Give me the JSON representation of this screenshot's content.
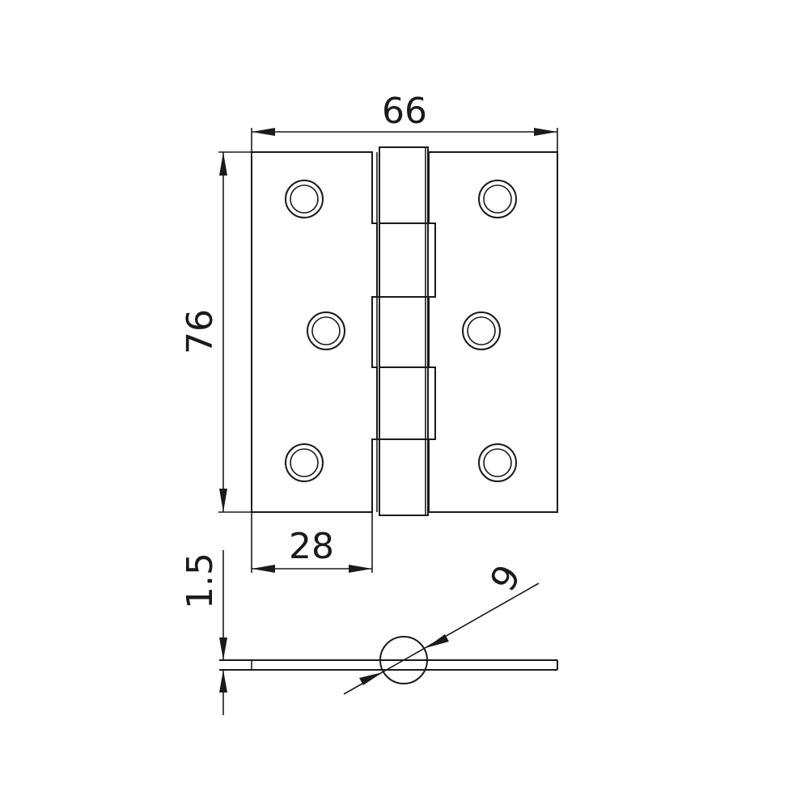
{
  "drawing": {
    "dimensions": {
      "total_width": "66",
      "height": "76",
      "leaf_width": "28",
      "thickness": "1.5",
      "knuckle_diameter": "9"
    }
  }
}
